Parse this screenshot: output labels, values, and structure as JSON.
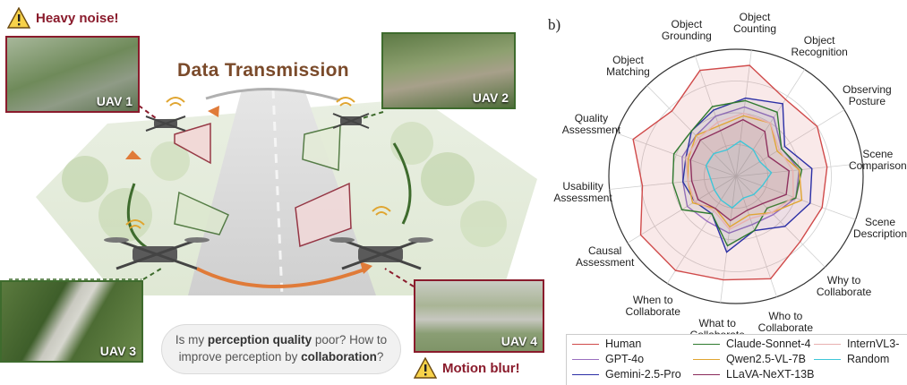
{
  "panel_a": {
    "title": "Data Transmission",
    "warning_top": "Heavy noise!",
    "warning_bottom": "Motion blur!",
    "uav_labels": [
      "UAV 1",
      "UAV 2",
      "UAV 3",
      "UAV 4"
    ],
    "bubble": {
      "p1": "Is my ",
      "b1": "perception quality",
      "p2": " poor? How to improve perception by ",
      "b2": "collaboration",
      "p3": "?"
    },
    "colors": {
      "uav1": "#8a1b2c",
      "uav2": "#3e6b2d",
      "uav3": "#3e6b2d",
      "uav4": "#8a1b2c",
      "arrow": "#e07b39"
    }
  },
  "panel_b": {
    "label": "b)",
    "axes": [
      "Object Counting",
      "Object Recognition",
      "Observing Posture",
      "Scene Comparison",
      "Scene Description",
      "Why to Collaborate",
      "Who to Collaborate",
      "What to Collaborate",
      "When to Collaborate",
      "Causal Assessment",
      "Usability Assessment",
      "Quality Assessment",
      "Object Matching",
      "Object Grounding"
    ],
    "legend": [
      "Human",
      "GPT-4o",
      "Gemini-2.5-Pro",
      "Claude-Sonnet-4",
      "Qwen2.5-VL-7B",
      "LLaVA-NeXT-13B",
      "InternVL3-",
      "Random"
    ],
    "series": [
      {
        "name": "Human",
        "color": "#d04a4a",
        "values": [
          0.88,
          0.72,
          0.75,
          0.72,
          0.72,
          0.72,
          0.85,
          0.82,
          0.88,
          0.88,
          0.74,
          0.86,
          0.72,
          0.88
        ]
      },
      {
        "name": "GPT-4o",
        "color": "#9a6fc0",
        "values": [
          0.55,
          0.55,
          0.42,
          0.5,
          0.5,
          0.42,
          0.4,
          0.45,
          0.42,
          0.45,
          0.42,
          0.45,
          0.45,
          0.5
        ]
      },
      {
        "name": "Gemini-2.5-Pro",
        "color": "#2b2fa6",
        "values": [
          0.62,
          0.68,
          0.45,
          0.6,
          0.62,
          0.55,
          0.45,
          0.6,
          0.35,
          0.38,
          0.42,
          0.42,
          0.5,
          0.55
        ]
      },
      {
        "name": "Claude-Sonnet-4",
        "color": "#2f7a2f",
        "values": [
          0.6,
          0.6,
          0.42,
          0.52,
          0.5,
          0.35,
          0.45,
          0.55,
          0.35,
          0.5,
          0.5,
          0.52,
          0.5,
          0.58
        ]
      },
      {
        "name": "Qwen2.5-VL-7B",
        "color": "#e0a530",
        "values": [
          0.48,
          0.5,
          0.38,
          0.5,
          0.55,
          0.4,
          0.32,
          0.4,
          0.3,
          0.4,
          0.38,
          0.4,
          0.45,
          0.42
        ]
      },
      {
        "name": "LLaVA-NeXT-13B",
        "color": "#8a2a5a",
        "values": [
          0.45,
          0.42,
          0.3,
          0.42,
          0.42,
          0.3,
          0.28,
          0.35,
          0.3,
          0.35,
          0.35,
          0.38,
          0.4,
          0.38
        ]
      },
      {
        "name": "InternVL3-",
        "color": "#e8b0b0",
        "values": [
          0.5,
          0.5,
          0.4,
          0.45,
          0.48,
          0.4,
          0.35,
          0.42,
          0.32,
          0.38,
          0.38,
          0.42,
          0.42,
          0.45
        ]
      },
      {
        "name": "Random",
        "color": "#3ec6d8",
        "values": [
          0.28,
          0.25,
          0.22,
          0.28,
          0.22,
          0.2,
          0.18,
          0.25,
          0.22,
          0.2,
          0.2,
          0.25,
          0.25,
          0.22
        ]
      }
    ]
  }
}
